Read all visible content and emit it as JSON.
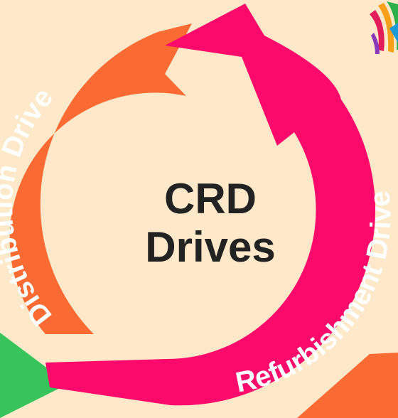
{
  "center": {
    "line1": "CRD",
    "line2": "Drives"
  },
  "cycle": [
    {
      "label": "Distribution Drive",
      "color": "#fa6a33"
    },
    {
      "label": "Refurbishment Drive",
      "color": "#fb0a6b"
    }
  ],
  "colors": {
    "background": "#fde9c9",
    "green_shape": "#37c45a",
    "orange_shape": "#fa6a33",
    "logo_ribbons": [
      "#e21b5a",
      "#f6a01a",
      "#2bb04a",
      "#1b9ad6",
      "#8a3ab9"
    ]
  }
}
